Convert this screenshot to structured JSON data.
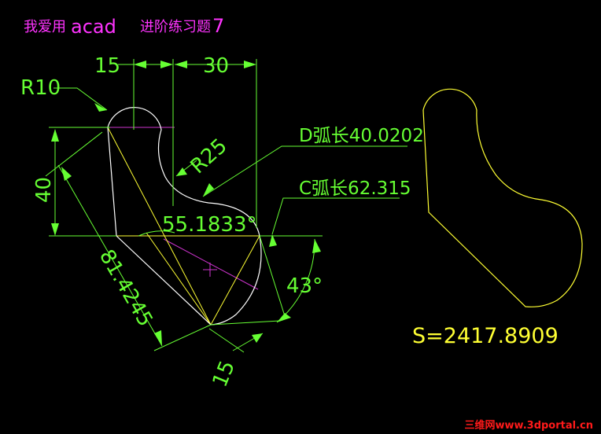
{
  "title": {
    "prefix": "我爱用",
    "software": "acad",
    "suffix": "进阶练习题",
    "number": "7"
  },
  "dimensions": {
    "width_left": "15",
    "width_right": "30",
    "radius_top": "R10",
    "radius_concave": "R25",
    "height": "40",
    "slant_length": "81.4245",
    "angle_center": "55.1833°",
    "angle_right": "43°",
    "bottom_width": "15"
  },
  "arc_labels": {
    "d_arc": "D弧长40.0202",
    "c_arc": "C弧长62.315"
  },
  "result": {
    "area": "S=2417.8909"
  },
  "colors": {
    "outline": "#ffffff",
    "dimension": "#66ff33",
    "construction": "#ffff33",
    "centerline": "#cc33cc",
    "title": "#ff33ff",
    "result_shape": "#ffff33",
    "background": "#000000"
  },
  "watermark": "三维网www.3dportal.cn"
}
